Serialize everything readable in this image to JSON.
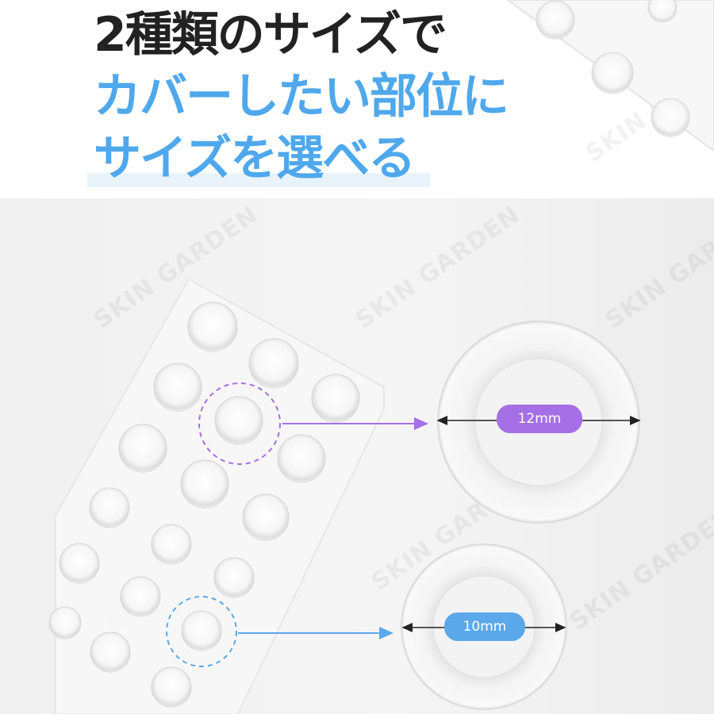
{
  "headline": {
    "line1": "2種類のサイズで",
    "line2": "カバーしたい部位に",
    "line3": "サイズを選べる"
  },
  "watermark": "SKIN GARDEN",
  "sizes": {
    "large": "12mm",
    "small": "10mm"
  },
  "colors": {
    "headline_dark": "#222222",
    "headline_blue": "#4fa8ec",
    "large_accent": "#a56fe6",
    "small_accent": "#5ba8ea"
  },
  "icons": [
    "left-right-arrow-icon",
    "right-arrow-icon",
    "dashed-circle-icon"
  ]
}
